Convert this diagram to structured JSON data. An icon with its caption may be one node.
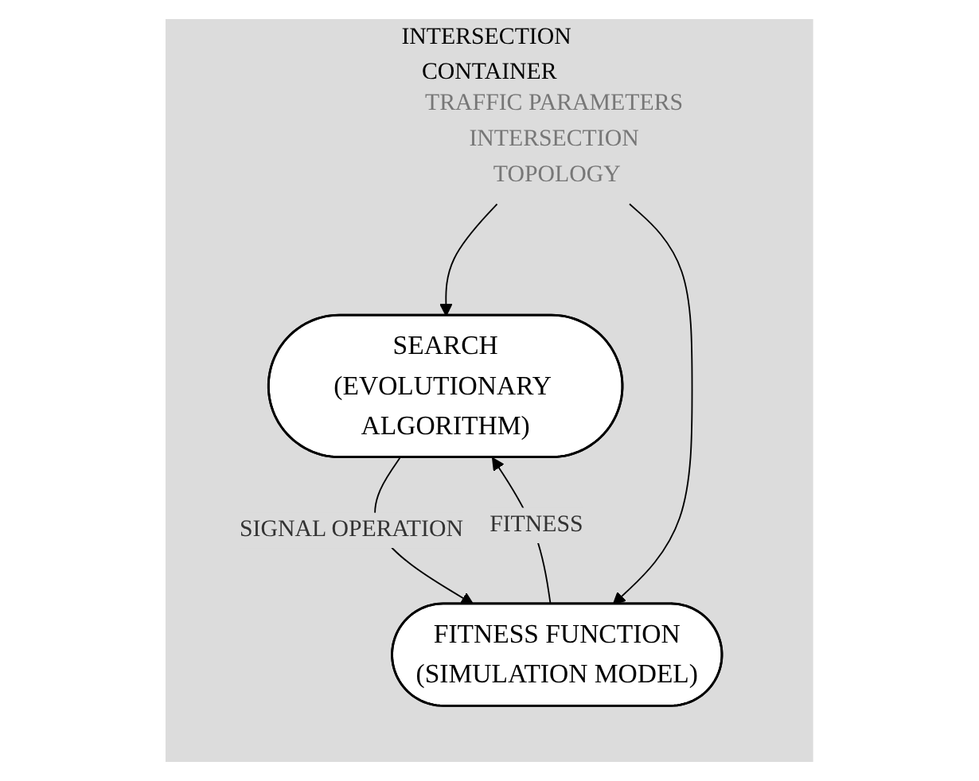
{
  "diagram": {
    "nodes": [
      {
        "text": [
          "INTERSECTION CONTAINER"
        ]
      },
      {
        "text": [
          "SEARCH",
          "(EVOLUTIONARY ALGORITHM)"
        ],
        "in": 0
      },
      {
        "text": [
          "TRAFFIC PARAMETERS INTERSECTION TOPOLOGY"
        ],
        "in": 0
      },
      {
        "text": [
          "FITNESS FUNCTION",
          "(SIMULATION MODEL)"
        ],
        "in": 0
      }
    ],
    "edges": [
      {
        "from": 1,
        "to": 3,
        "arrow": "to",
        "label": "SIGNAL OPERATION"
      },
      {
        "from": 3,
        "to": 1,
        "arrow": "to",
        "label": "FITNESS"
      },
      {
        "from": 2,
        "to": 1,
        "arrow": "to"
      },
      {
        "from": 2,
        "to": 3,
        "arrow": "to"
      }
    ]
  }
}
